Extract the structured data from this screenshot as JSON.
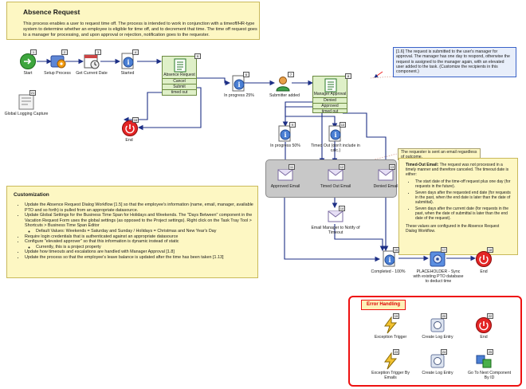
{
  "header": {
    "title": "Absence Request",
    "description": "This process enables a user to request time off. The process is intended to work in conjunction with a timeoff/HR-type system to determine whether an employee is eligible for time off, and to decrement that time. The time off request goes to a manager for processing, and upon approval or rejection, notification goes to the requester."
  },
  "nodes": {
    "start": "Start",
    "setup": "Setup Process",
    "current_date": "Get Current Date",
    "started": "Started",
    "absence_request": "Absence Request",
    "absence_rows": [
      "Cancel",
      "Submit",
      "timed out"
    ],
    "logging": "Global Logging Capture",
    "end1": "End",
    "progress25": "In progress 25%",
    "submitter": "Submitter added",
    "manager_approval": "Manager Approval",
    "manager_rows": [
      "Denied",
      "Approved",
      "timed out"
    ],
    "progress50": "In progress 50%",
    "timedout_label": "Timed Out (don't include in calc.)",
    "approved_email": "Approved Email",
    "timedout_email": "Timed Out Email",
    "denied_email": "Denied Email",
    "email_manager": "Email Manager to Notify of Timeout",
    "completed": "Completed - 100%",
    "placeholder": "PLACEHOLDER - Sync with existing PTO database to deduct time",
    "end2": "End"
  },
  "badges": {
    "start": "1",
    "setup": "2",
    "current_date": "3",
    "started": "4",
    "absence": "5",
    "logging": "21",
    "end1": "16",
    "p25": "6",
    "submitter": "7",
    "manager": "8",
    "p50": "9",
    "timedout": "10",
    "approved": "11",
    "timedoutemail": "12",
    "denied": "13",
    "emailmgr": "14",
    "completed": "15",
    "placeholder": "17",
    "end2": "18",
    "exc": "19",
    "log1": "20",
    "end3": "22",
    "exc2": "23",
    "log2": "24",
    "goto": "25"
  },
  "notes": {
    "manager_note": "[1.6] The request is submitted to the user's manager for approval. The manager has one day to respond, otherwise the request is assigned to the manager again, with an elevated user added to the task. (Customize the recipients in this component.)",
    "requester_note": "The requester is sent an email regardless of outcome.",
    "timeout_intro_bold": "Timed-Out Email:",
    "timeout_intro": " The request was not processed in a timely manner and therefore canceled. The timeout date is either:",
    "timeout_items": [
      "The start date of the time-off request plus one day (for requests in the future).",
      "Seven days after the requested end date (for requests in the past, when the end date is later than the date of submittal).",
      "Seven days after the current date (for requests in the past, when the date of submittal is later than the end date of the request)."
    ],
    "timeout_footer": "These values are configured in the Absence Request Dialog Workflow."
  },
  "customization": {
    "title": "Customization",
    "items": [
      "Update the Absence Request Dialog Workflow [1.5] so that the employee's information (name, email, manager, available PTO and so forth) is pulled from an appropriate datasource.",
      "Update Global Settings for the Business Time Span for Holidays and Weekends. The \"Days Between\" component in the Vacation Request Form uses the global settings (as opposed to the Project settings). Right click on the Task Tray Tool > Shortcuts > Business Time Span Editor",
      "Require login credentials that is authenticated against an appropriate datasource",
      "Configure \"elevated approver\" so that this information is dynamic instead of static",
      "Update how timeouts and escalations are handled with Manager Approval [1.8]",
      "Update the process so that the employee's leave balance is updated after the time has been taken [1.13]"
    ],
    "sub_default": "Default Values: Weekends = Saturday and Sunday / Holidays = Christmas and New Year's Day",
    "sub_project": "Currently, this is a project property"
  },
  "error_handling": {
    "title": "Error Handling",
    "exception_trigger": "Exception Trigger",
    "create_log1": "Create Log Entry",
    "end3": "End",
    "exception_trigger_emails": "Exception Trigger By Emails",
    "create_log2": "Create Log Entry",
    "goto_next": "Go To Next Component By ID"
  },
  "colors": {
    "note_bg": "#fdf7c3",
    "error_border": "#e11111",
    "wire": "#1d2f86"
  }
}
